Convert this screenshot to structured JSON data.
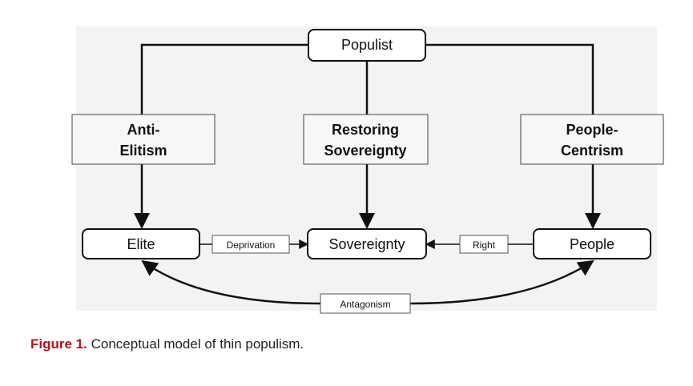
{
  "diagram": {
    "nodes": {
      "populist": "Populist",
      "anti_elitism": [
        "Anti-",
        "Elitism"
      ],
      "restoring_sovereignty": [
        "Restoring",
        "Sovereignty"
      ],
      "people_centrism": [
        "People-",
        "Centrism"
      ],
      "elite": "Elite",
      "sovereignty": "Sovereignty",
      "people": "People"
    },
    "edge_labels": {
      "deprivation": "Deprivation",
      "right": "Right",
      "antagonism": "Antagonism"
    },
    "colors": {
      "background": "#f3f3f3",
      "stroke": "#111111",
      "box_fill": "#ffffff"
    }
  },
  "caption": {
    "label": "Figure 1.",
    "text": "Conceptual model of thin populism."
  }
}
